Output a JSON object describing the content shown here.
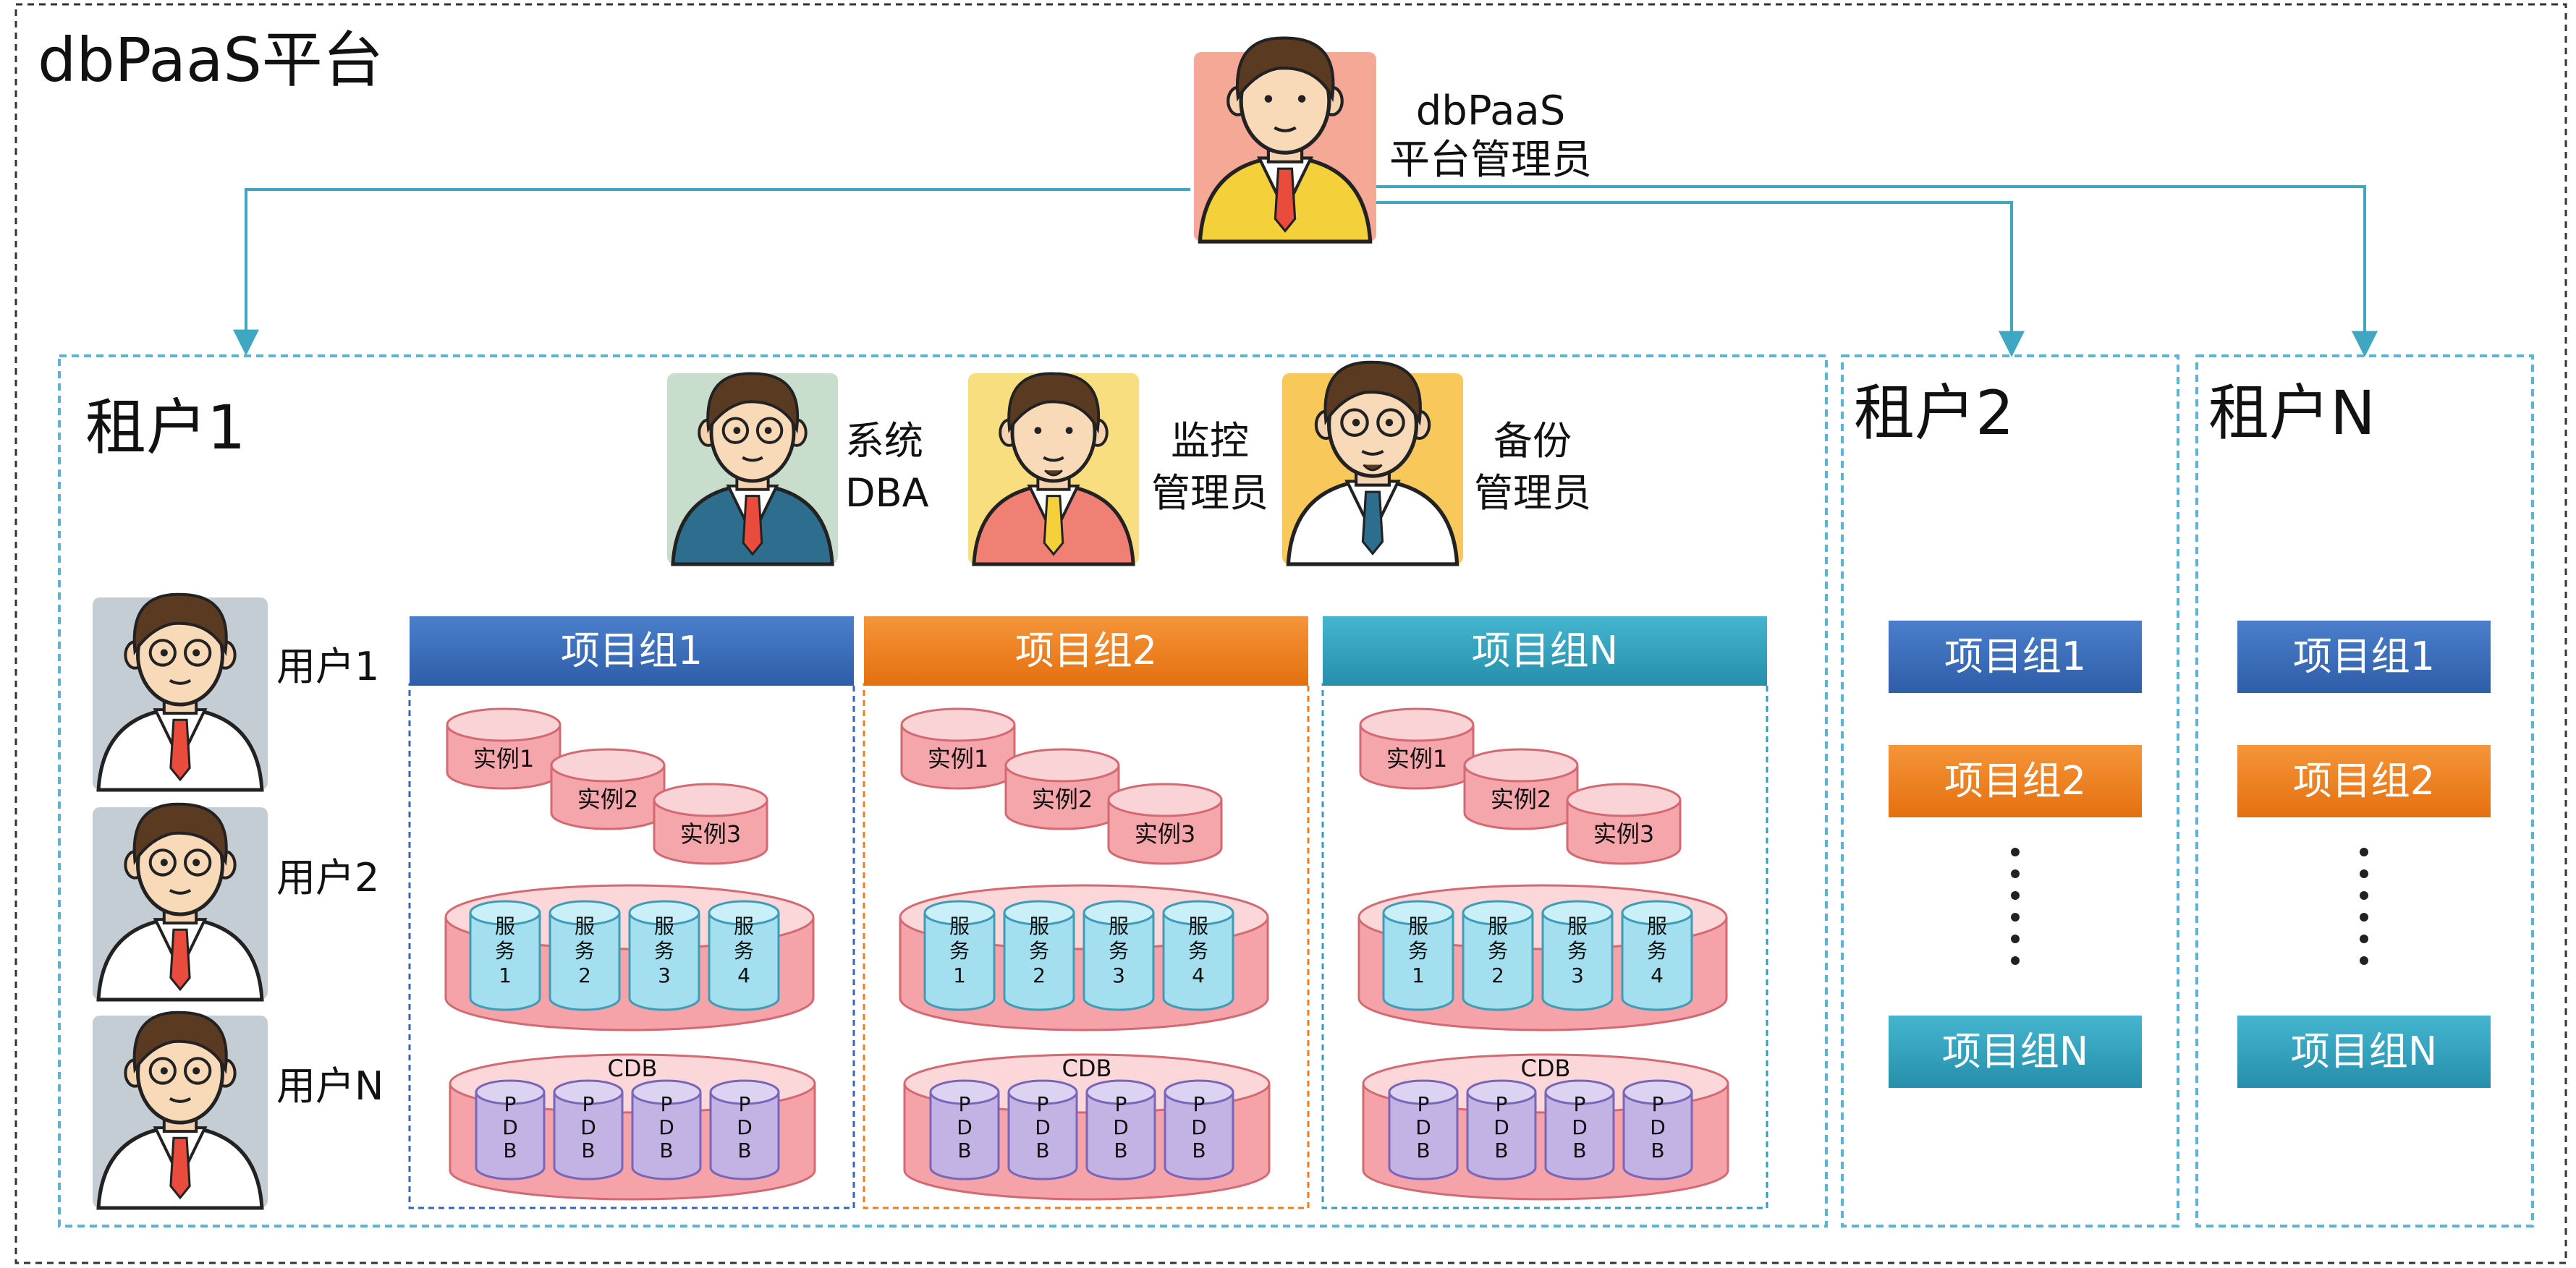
{
  "platform": {
    "title": "dbPaaS平台",
    "admin_label": [
      "dbPaaS",
      "平台管理员"
    ]
  },
  "tenant1": {
    "title": "租户1",
    "roles": [
      {
        "label": [
          "系统",
          "DBA"
        ]
      },
      {
        "label": [
          "监控",
          "管理员"
        ]
      },
      {
        "label": [
          "备份",
          "管理员"
        ]
      }
    ],
    "users": [
      "用户1",
      "用户2",
      "用户N"
    ],
    "groups": [
      {
        "title": "项目组1",
        "instances": [
          "实例1",
          "实例2",
          "实例3"
        ],
        "services": [
          [
            "服",
            "务",
            "1"
          ],
          [
            "服",
            "务",
            "2"
          ],
          [
            "服",
            "务",
            "3"
          ],
          [
            "服",
            "务",
            "4"
          ]
        ],
        "cdb_label": "CDB",
        "pdbs": [
          [
            "P",
            "D",
            "B"
          ],
          [
            "P",
            "D",
            "B"
          ],
          [
            "P",
            "D",
            "B"
          ],
          [
            "P",
            "D",
            "B"
          ]
        ]
      },
      {
        "title": "项目组2",
        "instances": [
          "实例1",
          "实例2",
          "实例3"
        ],
        "services": [
          [
            "服",
            "务",
            "1"
          ],
          [
            "服",
            "务",
            "2"
          ],
          [
            "服",
            "务",
            "3"
          ],
          [
            "服",
            "务",
            "4"
          ]
        ],
        "cdb_label": "CDB",
        "pdbs": [
          [
            "P",
            "D",
            "B"
          ],
          [
            "P",
            "D",
            "B"
          ],
          [
            "P",
            "D",
            "B"
          ],
          [
            "P",
            "D",
            "B"
          ]
        ]
      },
      {
        "title": "项目组N",
        "instances": [
          "实例1",
          "实例2",
          "实例3"
        ],
        "services": [
          [
            "服",
            "务",
            "1"
          ],
          [
            "服",
            "务",
            "2"
          ],
          [
            "服",
            "务",
            "3"
          ],
          [
            "服",
            "务",
            "4"
          ]
        ],
        "cdb_label": "CDB",
        "pdbs": [
          [
            "P",
            "D",
            "B"
          ],
          [
            "P",
            "D",
            "B"
          ],
          [
            "P",
            "D",
            "B"
          ],
          [
            "P",
            "D",
            "B"
          ]
        ]
      }
    ]
  },
  "tenant2": {
    "title": "租户2",
    "groups": [
      "项目组1",
      "项目组2",
      "项目组N"
    ]
  },
  "tenantN": {
    "title": "租户N",
    "groups": [
      "项目组1",
      "项目组2",
      "项目组N"
    ]
  },
  "colors": {
    "blue": "#3366B8",
    "orange": "#EE7D1D",
    "teal": "#2E9EBB",
    "tenant_border": "#5BB4D6",
    "connector": "#3FA7C2",
    "cyl_pink_top": "#FAD3D6",
    "cyl_pink_body": "#F4A3A8",
    "cyl_cyan": "#A9E3F2",
    "cyl_purple": "#C4B6E6"
  }
}
